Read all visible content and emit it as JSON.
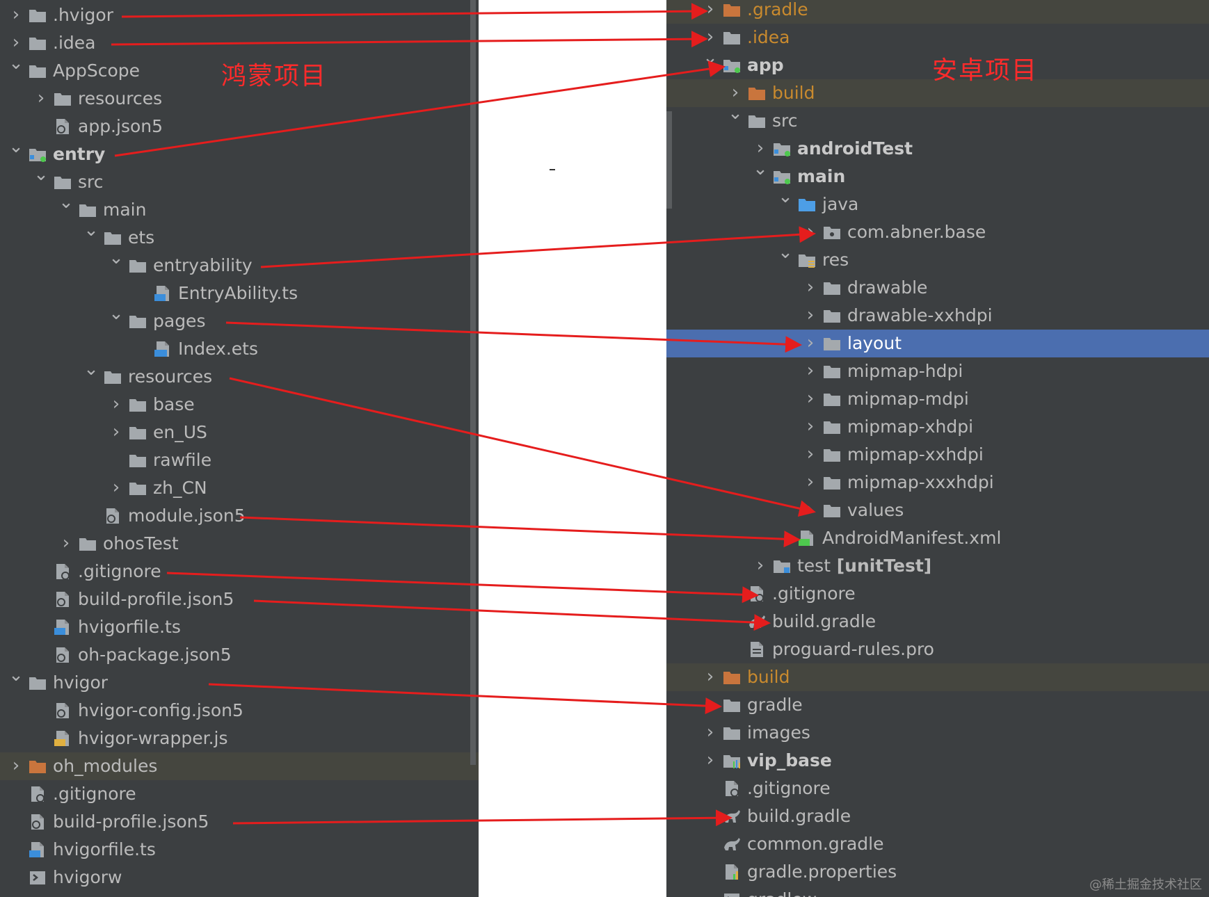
{
  "titles": {
    "harmony": "鸿蒙项目",
    "android": "安卓项目"
  },
  "watermark": "@稀土掘金技术社区",
  "colors": {
    "background": "#3c3f41",
    "text": "#bbbbbb",
    "folder": "#a4a9ad",
    "excluded_folder": "#c9753d",
    "selection": "#4b6eaf",
    "arrow": "#e51d1d"
  },
  "left_tree": [
    {
      "label": ".hvigor",
      "depth": 0,
      "chevron": "right",
      "icon": "folder-icon"
    },
    {
      "label": ".idea",
      "depth": 0,
      "chevron": "right",
      "icon": "folder-icon"
    },
    {
      "label": "AppScope",
      "depth": 0,
      "chevron": "down",
      "icon": "folder-icon"
    },
    {
      "label": "resources",
      "depth": 1,
      "chevron": "right",
      "icon": "folder-icon"
    },
    {
      "label": "app.json5",
      "depth": 1,
      "chevron": "none",
      "icon": "json-file-icon"
    },
    {
      "label": "entry",
      "depth": 0,
      "chevron": "down",
      "icon": "module-folder-icon",
      "bold": true
    },
    {
      "label": "src",
      "depth": 1,
      "chevron": "down",
      "icon": "folder-icon"
    },
    {
      "label": "main",
      "depth": 2,
      "chevron": "down",
      "icon": "folder-icon"
    },
    {
      "label": "ets",
      "depth": 3,
      "chevron": "down",
      "icon": "folder-icon"
    },
    {
      "label": "entryability",
      "depth": 4,
      "chevron": "down",
      "icon": "folder-icon"
    },
    {
      "label": "EntryAbility.ts",
      "depth": 5,
      "chevron": "none",
      "icon": "ts-file-icon"
    },
    {
      "label": "pages",
      "depth": 4,
      "chevron": "down",
      "icon": "folder-icon"
    },
    {
      "label": "Index.ets",
      "depth": 5,
      "chevron": "none",
      "icon": "ets-file-icon"
    },
    {
      "label": "resources",
      "depth": 3,
      "chevron": "down",
      "icon": "folder-icon"
    },
    {
      "label": "base",
      "depth": 4,
      "chevron": "right",
      "icon": "folder-icon"
    },
    {
      "label": "en_US",
      "depth": 4,
      "chevron": "right",
      "icon": "folder-icon"
    },
    {
      "label": "rawfile",
      "depth": 4,
      "chevron": "none",
      "icon": "folder-icon"
    },
    {
      "label": "zh_CN",
      "depth": 4,
      "chevron": "right",
      "icon": "folder-icon"
    },
    {
      "label": "module.json5",
      "depth": 3,
      "chevron": "none",
      "icon": "json-file-icon"
    },
    {
      "label": "ohosTest",
      "depth": 2,
      "chevron": "right",
      "icon": "folder-icon"
    },
    {
      "label": ".gitignore",
      "depth": 1,
      "chevron": "none",
      "icon": "gitignore-file-icon"
    },
    {
      "label": "build-profile.json5",
      "depth": 1,
      "chevron": "none",
      "icon": "json-file-icon"
    },
    {
      "label": "hvigorfile.ts",
      "depth": 1,
      "chevron": "none",
      "icon": "ts-file-icon"
    },
    {
      "label": "oh-package.json5",
      "depth": 1,
      "chevron": "none",
      "icon": "json-file-icon"
    },
    {
      "label": "hvigor",
      "depth": 0,
      "chevron": "down",
      "icon": "folder-icon"
    },
    {
      "label": "hvigor-config.json5",
      "depth": 1,
      "chevron": "none",
      "icon": "json-file-icon"
    },
    {
      "label": "hvigor-wrapper.js",
      "depth": 1,
      "chevron": "none",
      "icon": "js-file-icon"
    },
    {
      "label": "oh_modules",
      "depth": 0,
      "chevron": "right",
      "icon": "excluded-folder-icon",
      "band": true
    },
    {
      "label": ".gitignore",
      "depth": 0,
      "chevron": "none",
      "icon": "gitignore-file-icon"
    },
    {
      "label": "build-profile.json5",
      "depth": 0,
      "chevron": "none",
      "icon": "json-file-icon"
    },
    {
      "label": "hvigorfile.ts",
      "depth": 0,
      "chevron": "none",
      "icon": "ts-file-icon"
    },
    {
      "label": "hvigorw",
      "depth": 0,
      "chevron": "none",
      "icon": "script-file-icon"
    }
  ],
  "right_tree": [
    {
      "label": ".gradle",
      "depth": 0,
      "chevron": "right",
      "icon": "excluded-folder-icon",
      "excluded": true,
      "band": true
    },
    {
      "label": ".idea",
      "depth": 0,
      "chevron": "right",
      "icon": "folder-icon",
      "excluded": true
    },
    {
      "label": "app",
      "depth": 0,
      "chevron": "down",
      "icon": "module-folder-icon",
      "bold": true
    },
    {
      "label": "build",
      "depth": 1,
      "chevron": "right",
      "icon": "excluded-folder-icon",
      "excluded": true,
      "band": true
    },
    {
      "label": "src",
      "depth": 1,
      "chevron": "down",
      "icon": "folder-icon"
    },
    {
      "label": "androidTest",
      "depth": 2,
      "chevron": "right",
      "icon": "module-folder-icon",
      "bold": true
    },
    {
      "label": "main",
      "depth": 2,
      "chevron": "down",
      "icon": "module-folder-icon",
      "bold": true
    },
    {
      "label": "java",
      "depth": 3,
      "chevron": "down",
      "icon": "source-folder-icon"
    },
    {
      "label": "com.abner.base",
      "depth": 4,
      "chevron": "right",
      "icon": "package-folder-icon"
    },
    {
      "label": "res",
      "depth": 3,
      "chevron": "down",
      "icon": "resource-folder-icon"
    },
    {
      "label": "drawable",
      "depth": 4,
      "chevron": "right",
      "icon": "folder-icon"
    },
    {
      "label": "drawable-xxhdpi",
      "depth": 4,
      "chevron": "right",
      "icon": "folder-icon"
    },
    {
      "label": "layout",
      "depth": 4,
      "chevron": "right",
      "icon": "folder-icon",
      "selected": true
    },
    {
      "label": "mipmap-hdpi",
      "depth": 4,
      "chevron": "right",
      "icon": "folder-icon"
    },
    {
      "label": "mipmap-mdpi",
      "depth": 4,
      "chevron": "right",
      "icon": "folder-icon"
    },
    {
      "label": "mipmap-xhdpi",
      "depth": 4,
      "chevron": "right",
      "icon": "folder-icon"
    },
    {
      "label": "mipmap-xxhdpi",
      "depth": 4,
      "chevron": "right",
      "icon": "folder-icon"
    },
    {
      "label": "mipmap-xxxhdpi",
      "depth": 4,
      "chevron": "right",
      "icon": "folder-icon"
    },
    {
      "label": "values",
      "depth": 4,
      "chevron": "right",
      "icon": "folder-icon"
    },
    {
      "label": "AndroidManifest.xml",
      "depth": 3,
      "chevron": "none",
      "icon": "manifest-file-icon"
    },
    {
      "label": "test",
      "suffix": "[unitTest]",
      "depth": 2,
      "chevron": "right",
      "icon": "test-folder-icon"
    },
    {
      "label": ".gitignore",
      "depth": 1,
      "chevron": "none",
      "icon": "gitignore-file-icon"
    },
    {
      "label": "build.gradle",
      "depth": 1,
      "chevron": "none",
      "icon": "gradle-file-icon"
    },
    {
      "label": "proguard-rules.pro",
      "depth": 1,
      "chevron": "none",
      "icon": "text-file-icon"
    },
    {
      "label": "build",
      "depth": 0,
      "chevron": "right",
      "icon": "excluded-folder-icon",
      "excluded": true,
      "band": true
    },
    {
      "label": "gradle",
      "depth": 0,
      "chevron": "right",
      "icon": "folder-icon"
    },
    {
      "label": "images",
      "depth": 0,
      "chevron": "right",
      "icon": "folder-icon"
    },
    {
      "label": "vip_base",
      "depth": 0,
      "chevron": "right",
      "icon": "library-module-icon",
      "bold": true
    },
    {
      "label": ".gitignore",
      "depth": 0,
      "chevron": "none",
      "icon": "gitignore-file-icon"
    },
    {
      "label": "build.gradle",
      "depth": 0,
      "chevron": "none",
      "icon": "gradle-file-icon"
    },
    {
      "label": "common.gradle",
      "depth": 0,
      "chevron": "none",
      "icon": "gradle-file-icon"
    },
    {
      "label": "gradle.properties",
      "depth": 0,
      "chevron": "none",
      "icon": "properties-file-icon"
    },
    {
      "label": "gradlew",
      "depth": 0,
      "chevron": "none",
      "icon": "script-file-icon"
    }
  ]
}
